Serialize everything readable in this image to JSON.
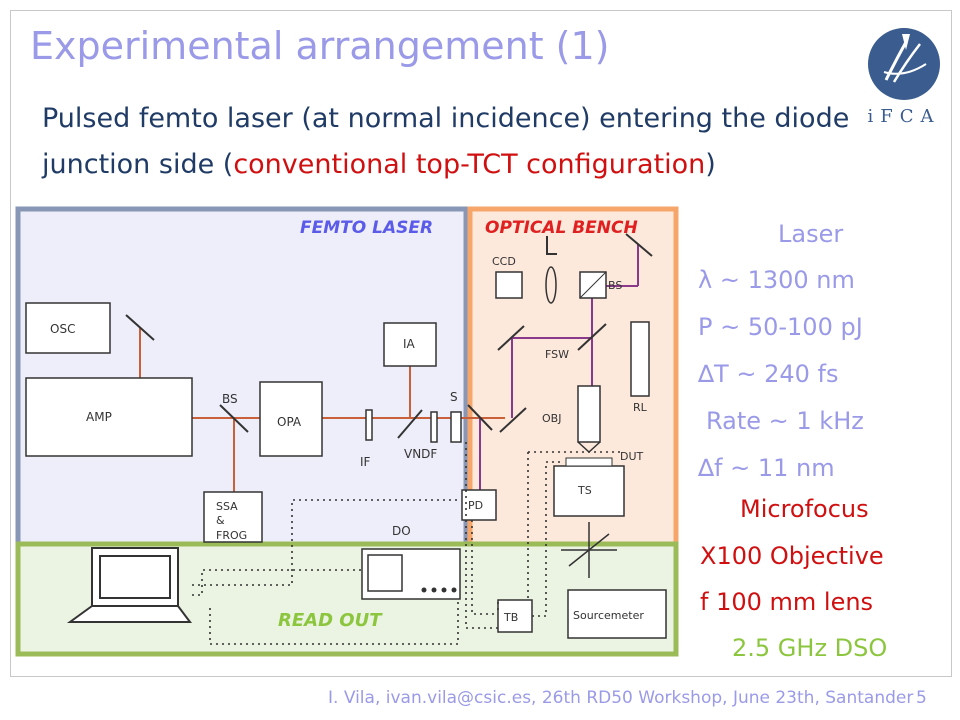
{
  "slide": {
    "title": "Experimental arrangement  (1)",
    "subtitle_parts": {
      "before": "Pulsed femto laser (at normal incidence) entering the diode junction side (",
      "highlight": "conventional top-TCT configuration",
      "after": ")"
    },
    "logo_text": "iFCA",
    "footer": {
      "credits": "I. Vila, ivan.vila@csic.es, 26th RD50 Workshop, June 23th, Santander",
      "page_number": "5"
    }
  },
  "diagram": {
    "section_labels": {
      "femto": "FEMTO LASER",
      "bench": "OPTICAL BENCH",
      "readout": "READ OUT"
    },
    "components": {
      "osc": "OSC",
      "amp": "AMP",
      "bs_left": "BS",
      "opa": "OPA",
      "ssa_line1": "SSA",
      "ssa_line2": "&",
      "ssa_line3": "FROG",
      "ia": "IA",
      "if": "IF",
      "vndf": "VNDF",
      "s": "S",
      "pd": "PD",
      "do": "DO",
      "ccd": "CCD",
      "bs_bench": "BS",
      "fsw": "FSW",
      "obj": "OBJ",
      "rl": "RL",
      "dut": "DUT",
      "ts": "TS",
      "tb": "TB",
      "sourcemeter": "Sourcemeter",
      "l": "L"
    },
    "colors": {
      "femto_border": "#8797b5",
      "femto_fill": "#eeeefb",
      "bench_border": "#f6a66a",
      "bench_fill": "#fde9dc",
      "readout_border": "#9bbb59",
      "readout_fill": "#ebf3e2",
      "label_blue": "#5b5bea",
      "label_red": "#e02020",
      "label_green": "#8cc63f",
      "beam_orange": "#c9603a",
      "beam_purple": "#8b3a8b"
    }
  },
  "laser_params": {
    "heading": "Laser",
    "wavelength": "λ ~ 1300 nm",
    "power": "P ~ 50-100 pJ",
    "pulse_width": "∆T ~ 240 fs",
    "rate": "Rate ~ 1 kHz",
    "bandwidth": "∆f ~ 11 nm",
    "microfocus": "Microfocus",
    "objective": "X100 Objective",
    "lens": "f 100 mm lens",
    "dso": "2.5 GHz DSO"
  }
}
